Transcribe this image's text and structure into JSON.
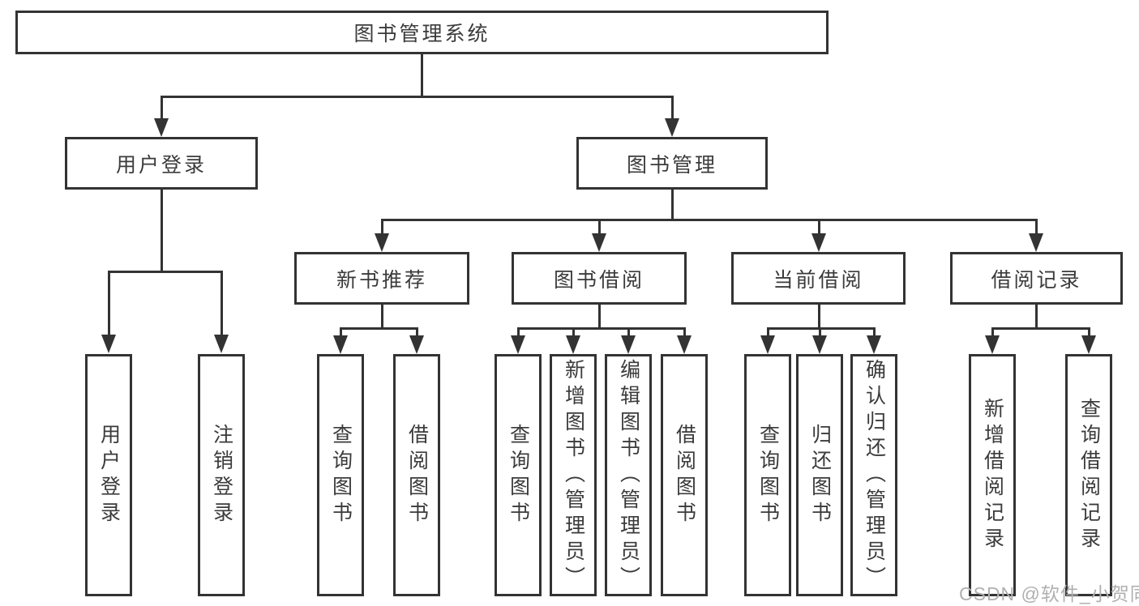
{
  "colors": {
    "line": "#333333",
    "text": "#3b3b3b",
    "watermark": "#b0b0b0",
    "box_background": "#ffffff"
  },
  "watermark": {
    "text": "CSDN @软件_小贺同学"
  },
  "tree": {
    "root": {
      "label": "图书管理系统",
      "children": [
        {
          "label": "用户登录",
          "children": [
            {
              "label": "用户登录"
            },
            {
              "label": "注销登录"
            }
          ]
        },
        {
          "label": "图书管理",
          "children": [
            {
              "label": "新书推荐",
              "children": [
                {
                  "label": "查询图书"
                },
                {
                  "label": "借阅图书"
                }
              ]
            },
            {
              "label": "图书借阅",
              "children": [
                {
                  "label": "查询图书"
                },
                {
                  "label": "新增图书（管理员）"
                },
                {
                  "label": "编辑图书（管理员）"
                },
                {
                  "label": "借阅图书"
                }
              ]
            },
            {
              "label": "当前借阅",
              "children": [
                {
                  "label": "查询图书"
                },
                {
                  "label": "归还图书"
                },
                {
                  "label": "确认归还（管理员）"
                }
              ]
            },
            {
              "label": "借阅记录",
              "children": [
                {
                  "label": "新增借阅记录"
                },
                {
                  "label": "查询借阅记录"
                }
              ]
            }
          ]
        }
      ]
    }
  }
}
